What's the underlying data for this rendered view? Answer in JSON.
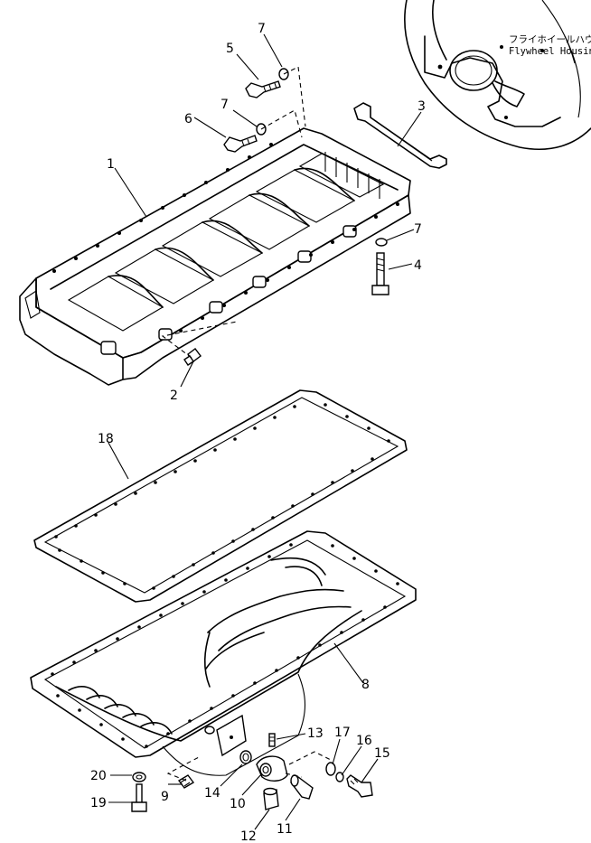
{
  "captions": {
    "jp": "フライホイールハウジング",
    "en": "Flywheel Housing"
  },
  "callouts": [
    "1",
    "2",
    "3",
    "4",
    "5",
    "6",
    "7",
    "7",
    "7",
    "8",
    "9",
    "10",
    "11",
    "12",
    "13",
    "14",
    "15",
    "16",
    "17",
    "18",
    "19",
    "20"
  ]
}
